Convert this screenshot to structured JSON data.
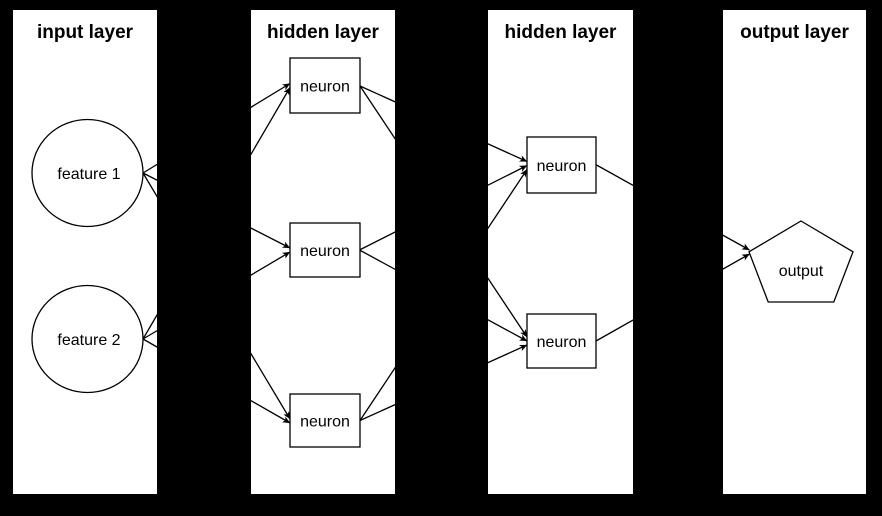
{
  "diagram": {
    "type": "neural-network",
    "colors": {
      "background": "#000000",
      "panel": "#ffffff",
      "stroke": "#000000",
      "text": "#000000"
    },
    "layers": [
      {
        "id": "input",
        "title": "input layer",
        "nodes": [
          {
            "id": "f1",
            "shape": "ellipse",
            "label": "feature 1"
          },
          {
            "id": "f2",
            "shape": "ellipse",
            "label": "feature 2"
          }
        ]
      },
      {
        "id": "hidden1",
        "title": "hidden layer",
        "nodes": [
          {
            "id": "h1n1",
            "shape": "rect",
            "label": "neuron"
          },
          {
            "id": "h1n2",
            "shape": "rect",
            "label": "neuron"
          },
          {
            "id": "h1n3",
            "shape": "rect",
            "label": "neuron"
          }
        ]
      },
      {
        "id": "hidden2",
        "title": "hidden layer",
        "nodes": [
          {
            "id": "h2n1",
            "shape": "rect",
            "label": "neuron"
          },
          {
            "id": "h2n2",
            "shape": "rect",
            "label": "neuron"
          }
        ]
      },
      {
        "id": "output",
        "title": "output layer",
        "nodes": [
          {
            "id": "out",
            "shape": "pentagon",
            "label": "output"
          }
        ]
      }
    ],
    "connections": [
      {
        "from": "f1",
        "to": "h1n1"
      },
      {
        "from": "f1",
        "to": "h1n2"
      },
      {
        "from": "f1",
        "to": "h1n3"
      },
      {
        "from": "f2",
        "to": "h1n1"
      },
      {
        "from": "f2",
        "to": "h1n2"
      },
      {
        "from": "f2",
        "to": "h1n3"
      },
      {
        "from": "h1n1",
        "to": "h2n1"
      },
      {
        "from": "h1n1",
        "to": "h2n2"
      },
      {
        "from": "h1n2",
        "to": "h2n1"
      },
      {
        "from": "h1n2",
        "to": "h2n2"
      },
      {
        "from": "h1n3",
        "to": "h2n1"
      },
      {
        "from": "h1n3",
        "to": "h2n2"
      },
      {
        "from": "h2n1",
        "to": "out"
      },
      {
        "from": "h2n2",
        "to": "out"
      }
    ]
  }
}
